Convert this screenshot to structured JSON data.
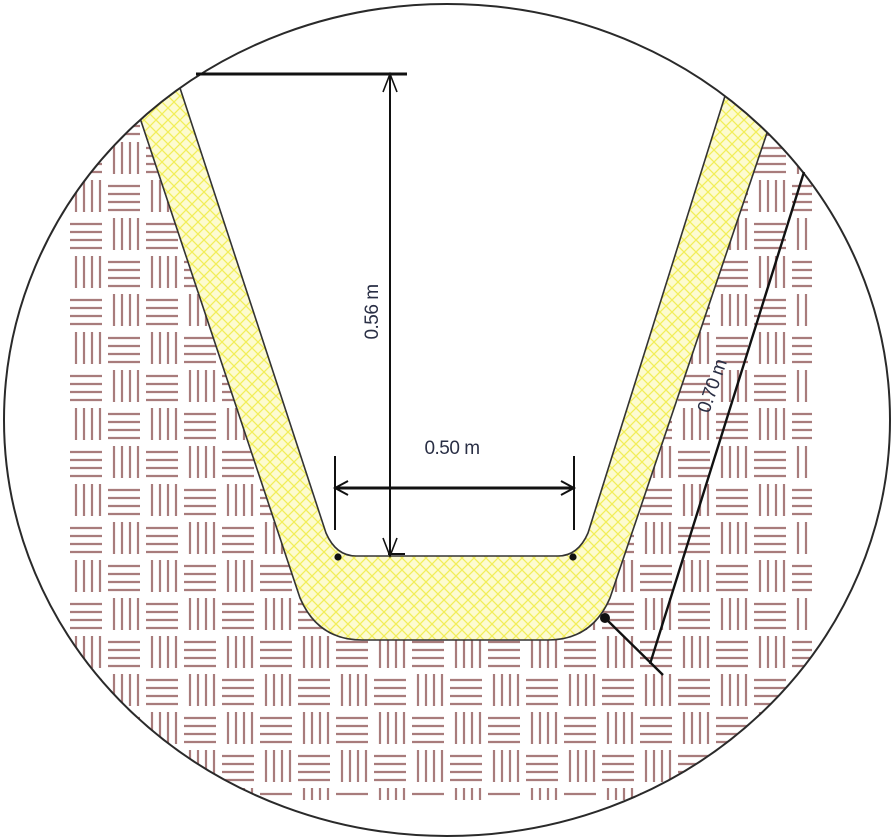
{
  "diagram": {
    "labels": {
      "depth": "0.56 m",
      "bottom_width": "0.50 m",
      "side_length": "0.70 m"
    },
    "colors": {
      "soil_hatch": "#a87c7c",
      "lining_fill": "#fdfbd0",
      "lining_crosshatch": "#f2ee5a",
      "lines": "#111111"
    }
  }
}
